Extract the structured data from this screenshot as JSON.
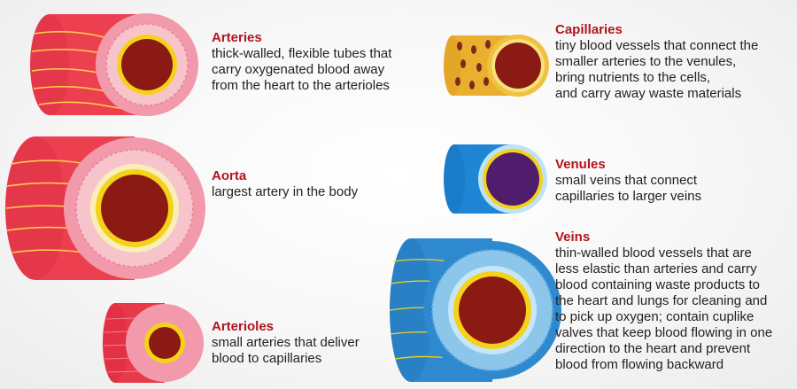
{
  "vessels": {
    "arteries": {
      "title": "Arteries",
      "description": "thick-walled, flexible tubes that\ncarry oxygenated blood away\nfrom the heart to the arterioles"
    },
    "aorta": {
      "title": "Aorta",
      "description": "largest artery in the body"
    },
    "arterioles": {
      "title": "Arterioles",
      "description": "small arteries that deliver\nblood to capillaries"
    },
    "capillaries": {
      "title": "Capillaries",
      "description": "tiny blood vessels that connect the\nsmaller arteries to the venules,\nbring nutrients to the cells,\nand carry away waste materials"
    },
    "venules": {
      "title": "Venules",
      "description": "small veins that connect\ncapillaries to larger veins"
    },
    "veins": {
      "title": "Veins",
      "description": "thin-walled blood vessels that are\nless elastic than arteries and carry\nblood containing waste products to\nthe heart and lungs for cleaning and\nto pick up oxygen; contain cuplike\nvalves that keep blood flowing in one\ndirection to the heart and prevent\nblood from flowing backward"
    }
  },
  "colors": {
    "label_red": "#b3131d",
    "text": "#222222",
    "artery_wall": "#e8394a",
    "artery_media": "#f4a3b0",
    "ring_yellow": "#f5d21a",
    "lumen_red": "#8b1a14",
    "capillary_wall": "#e9b030",
    "venule_blue": "#1f86d6",
    "venule_lumen": "#4f1d6b",
    "vein_blue": "#2e89cf"
  }
}
